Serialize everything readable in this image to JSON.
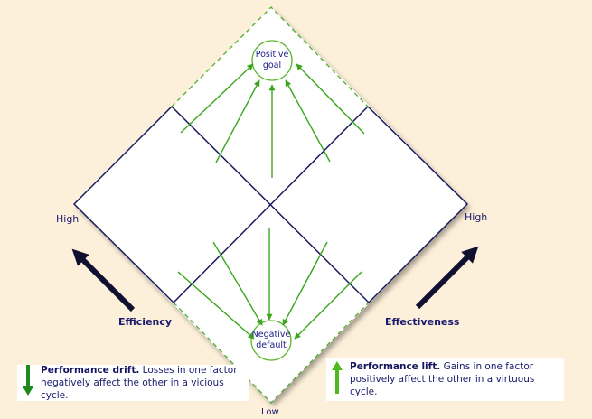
{
  "diagram": {
    "top_node": {
      "line1": "Positive",
      "line2": "goal"
    },
    "bottom_node": {
      "line1": "Negative",
      "line2": "default"
    },
    "axes": {
      "left": {
        "title": "Efficiency",
        "high_label": "High"
      },
      "right": {
        "title": "Effectiveness",
        "high_label": "High"
      },
      "bottom_label": "Low"
    },
    "colors": {
      "background": "#FDF0DA",
      "diamond_fill": "#FFFFFF",
      "grid_line": "#1a1a5e",
      "arrow_green": "#3aa61c",
      "dashed_border": "#4caf28",
      "text": "#1a1a6e"
    }
  },
  "legend": {
    "drift": {
      "icon": "down-arrow-icon",
      "title": "Performance  drift.",
      "text_line1": " Losses in one factor",
      "text_line2": "negatively affect the other in a vicious cycle."
    },
    "lift": {
      "icon": "up-arrow-icon",
      "title": "Performance lift.",
      "text_line1": " Gains in one factor",
      "text_line2": "positively affect the other in a virtuous cycle."
    }
  }
}
